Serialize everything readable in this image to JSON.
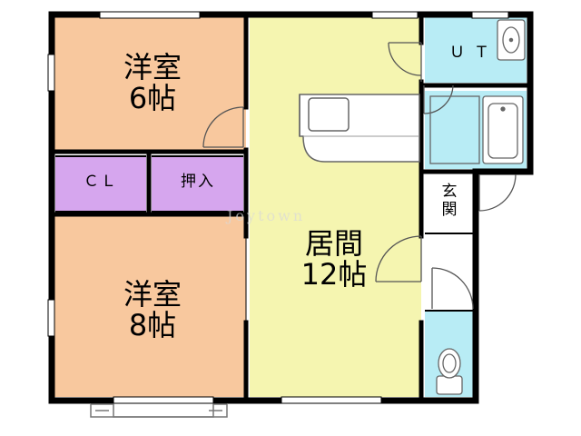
{
  "floorplan": {
    "rooms": {
      "western_6": {
        "name": "洋室",
        "size": "6帖",
        "color": "#f8c89e"
      },
      "western_8": {
        "name": "洋室",
        "size": "8帖",
        "color": "#f8c89e"
      },
      "living": {
        "name": "居間",
        "size": "12帖",
        "color": "#f5f5b0"
      },
      "closet": {
        "label": "ＣＬ",
        "color": "#d6a6ee"
      },
      "oshiire": {
        "label": "押入",
        "color": "#d6a6ee"
      },
      "ut": {
        "label": "ＵＴ",
        "color": "#b8ecf5"
      },
      "entrance": {
        "label_chars": [
          "玄",
          "関"
        ]
      },
      "bath": {
        "color": "#b8ecf5"
      },
      "toilet": {
        "color": "#b8ecf5"
      }
    },
    "watermark": "Joytown",
    "colors": {
      "wall": "#000000",
      "fixture_line": "#777777",
      "fixture_fill": "#ffffff"
    }
  }
}
